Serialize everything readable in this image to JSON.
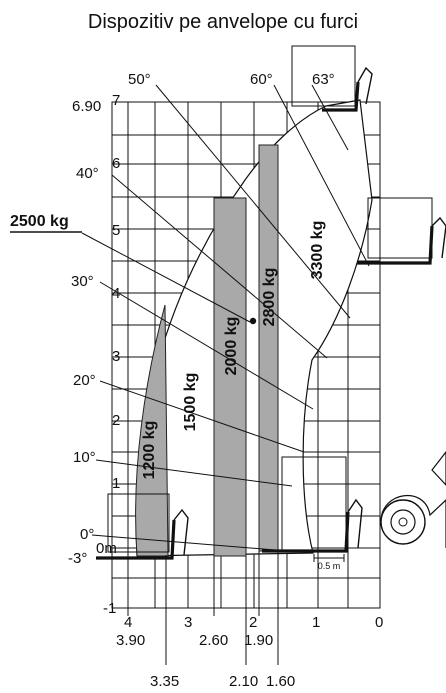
{
  "title": "Dispozitiv pe anvelope cu furci",
  "height_axis": {
    "top_value": "6.90",
    "ticks": [
      "7",
      "6",
      "5",
      "4",
      "3",
      "2",
      "1",
      "0m",
      "-1"
    ]
  },
  "reach_axis": {
    "ticks": [
      "4",
      "3",
      "2",
      "1",
      "0"
    ],
    "edge_labels_left": [
      "3.90",
      "3.35"
    ],
    "edge_labels_center_top": [
      "2.60",
      "1.90"
    ],
    "edge_labels_center_bottom": [
      "2.10",
      "1.60"
    ]
  },
  "angles": [
    "63°",
    "60°",
    "50°",
    "40°",
    "30°",
    "20°",
    "10°",
    "0°",
    "-3°"
  ],
  "zones": [
    {
      "label": "1200 kg"
    },
    {
      "label": "1500 kg"
    },
    {
      "label": "2000 kg"
    },
    {
      "label": "2800 kg"
    },
    {
      "label": "3300 kg"
    }
  ],
  "callout": "2500 kg",
  "scale_bar": "0.5 m"
}
